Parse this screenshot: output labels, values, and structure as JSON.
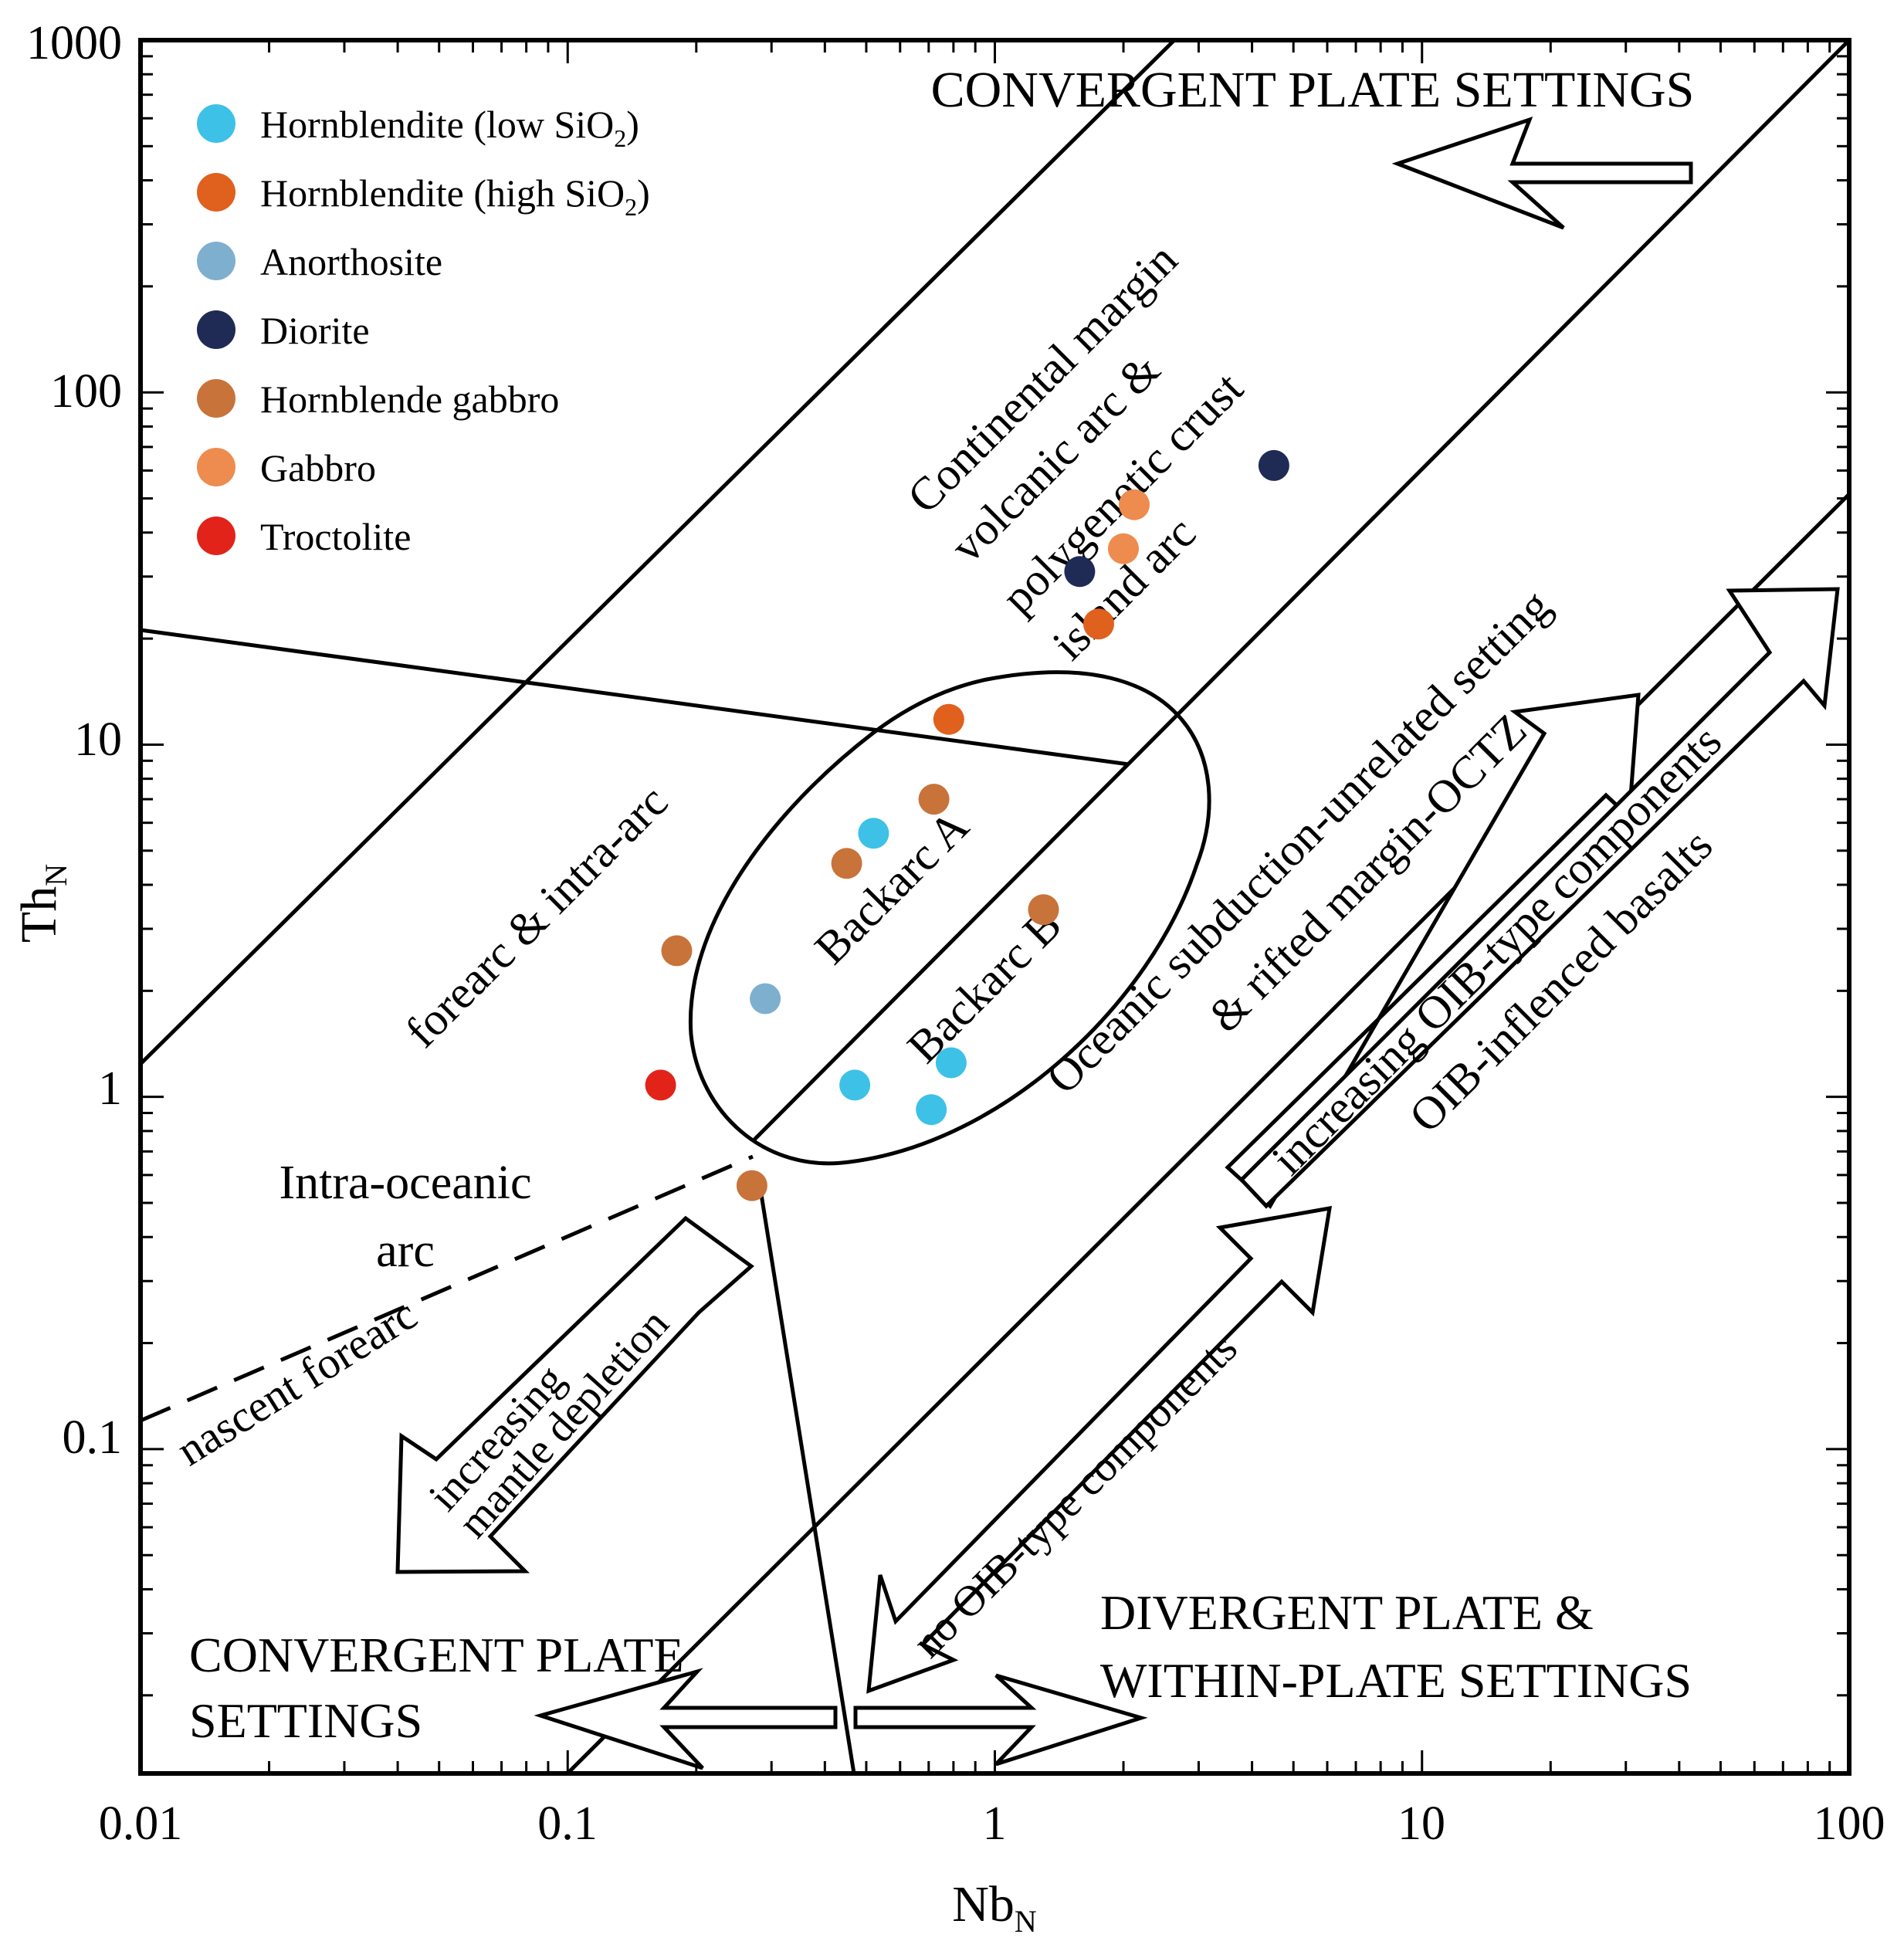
{
  "chart_data": {
    "type": "scatter",
    "xlabel": "Nb",
    "xlabel_sub": "N",
    "ylabel": "Th",
    "ylabel_sub": "N",
    "xscale": "log",
    "yscale": "log",
    "xlim": [
      0.01,
      100
    ],
    "ylim": [
      0.012,
      1000
    ],
    "x_ticks": [
      {
        "value": 0.01,
        "label": "0.01"
      },
      {
        "value": 0.1,
        "label": "0.1"
      },
      {
        "value": 1,
        "label": "1"
      },
      {
        "value": 10,
        "label": "10"
      },
      {
        "value": 100,
        "label": "100"
      }
    ],
    "y_ticks": [
      {
        "value": 0.1,
        "label": "0.1"
      },
      {
        "value": 1,
        "label": "1"
      },
      {
        "value": 10,
        "label": "10"
      },
      {
        "value": 100,
        "label": "100"
      },
      {
        "value": 1000,
        "label": "1000"
      }
    ],
    "grid": false,
    "legend_position": "top-left",
    "series": [
      {
        "name": "Hornblendite (low SiO",
        "name_sub": "2",
        "name_end": ")",
        "color": "#3EC1E6",
        "points": [
          [
            0.52,
            5.6
          ],
          [
            0.47,
            1.08
          ],
          [
            0.79,
            1.25
          ],
          [
            0.71,
            0.92
          ]
        ]
      },
      {
        "name": "Hornblendite (high SiO",
        "name_sub": "2",
        "name_end": ")",
        "color": "#E0601E",
        "points": [
          [
            0.78,
            11.8
          ],
          [
            1.75,
            22.0
          ]
        ]
      },
      {
        "name": "Anorthosite",
        "color": "#7FAFCF",
        "points": [
          [
            0.29,
            1.9
          ]
        ]
      },
      {
        "name": "Diorite",
        "color": "#1F2A55",
        "points": [
          [
            1.58,
            31.0
          ],
          [
            4.5,
            62.0
          ]
        ]
      },
      {
        "name": "Hornblende gabbro",
        "color": "#C8733A",
        "points": [
          [
            0.72,
            7.0
          ],
          [
            0.45,
            4.6
          ],
          [
            1.3,
            3.4
          ],
          [
            0.18,
            2.6
          ],
          [
            0.27,
            0.56
          ]
        ]
      },
      {
        "name": "Gabbro",
        "color": "#EE8B4E",
        "points": [
          [
            2.12,
            48.0
          ],
          [
            2.0,
            36.0
          ]
        ]
      },
      {
        "name": "Troctolite",
        "color": "#E2231A",
        "points": [
          [
            0.165,
            1.08
          ]
        ]
      }
    ],
    "annotations": [
      "CONVERGENT PLATE SETTINGS",
      "Continental margin",
      "volcanic arc &",
      "polygenetic crust",
      "island arc",
      "forearc & intra-arc",
      "Backarc A",
      "Backarc B",
      "Oceanic subduction-unrelated setting",
      "& rifted margin-OCTZ",
      "increasing OIB-type components",
      "OIB-inflenced basalts",
      "Intra-oceanic",
      "arc",
      "nascent forearc",
      "increasing",
      "mantle depletion",
      "no OIB-type components",
      "DIVERGENT PLATE &",
      "WITHIN-PLATE SETTINGS",
      "CONVERGENT PLATE",
      "SETTINGS"
    ]
  }
}
